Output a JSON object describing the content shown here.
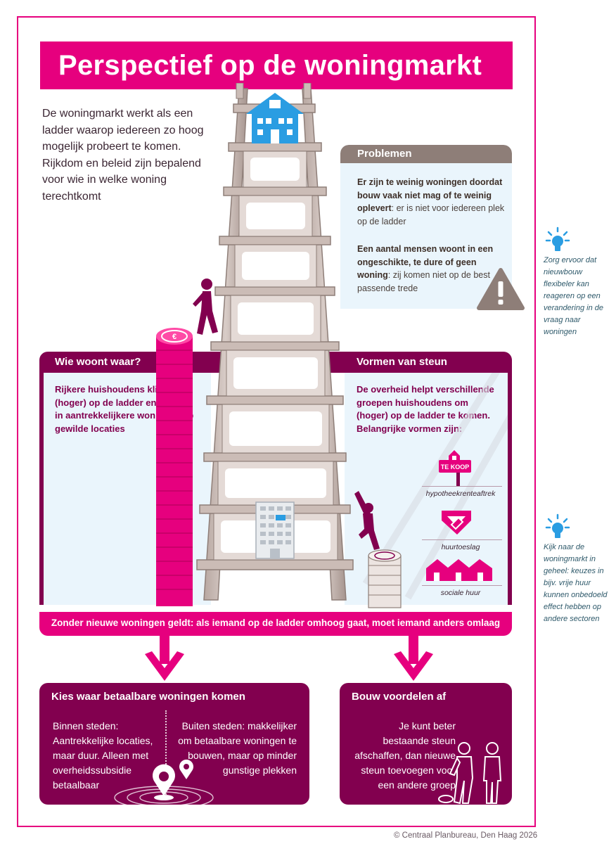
{
  "title": "Perspectief op de woningmarkt",
  "intro": "De woningmarkt werkt als een ladder waarop iedereen zo hoog mogelijk probeert te komen. Rijkdom en beleid zijn bepalend voor wie in welke woning terechtkomt",
  "problemen": {
    "header": "Problemen",
    "p1_bold": "Er zijn te weinig woningen doordat bouw vaak niet mag of te weinig oplevert",
    "p1_rest": ": er is niet voor iedereen plek op de ladder",
    "p2_bold": "Een aantal mensen woont in een ongeschikte, te dure of geen woning",
    "p2_rest": ": zij komen niet op de best passende trede"
  },
  "tips": {
    "tip1": "Zorg ervoor dat nieuwbouw flexibeler kan reageren op een verandering in de vraag naar woningen",
    "tip2": "Kijk naar de woningmarkt in geheel: keuzes in bijv. vrije huur kunnen onbedoeld effect hebben op andere sectoren"
  },
  "wie": {
    "header": "Wie woont waar?",
    "text": "Rijkere huishoudens klimmen (hoger) op de ladder en wonen in aantrekkelijkere woningen op gewilde locaties"
  },
  "steun": {
    "header": "Vormen van steun",
    "text": "De overheid helpt verschillende groepen huishoudens om (hoger) op de ladder te komen. Belangrijke vormen zijn:",
    "sign": "TE KOOP",
    "items": [
      "hypotheekrenteaftrek",
      "huurtoeslag",
      "sociale huur"
    ]
  },
  "bottom_bar": "Zonder nieuwe woningen geldt: als iemand op de ladder omhoog gaat, moet iemand anders omlaag",
  "kies": {
    "title": "Kies waar betaalbare woningen komen",
    "left": "Binnen steden: Aantrekkelijke locaties, maar duur. Alleen met overheidssubsidie betaalbaar",
    "right": "Buiten steden: makkelijker om betaalbare woningen te bouwen, maar op minder gunstige plekken"
  },
  "bouw": {
    "title": "Bouw voordelen af",
    "text": "Je kunt beter bestaande steun afschaffen, dan nieuwe steun toevoegen voor een andere groep"
  },
  "copyright": "© Centraal Planbureau, Den Haag 2026",
  "colors": {
    "magenta": "#e6007e",
    "purple": "#82004f",
    "light_blue": "#eaf5fc",
    "taupe": "#8e7e78",
    "ladder": "#cbbcb6",
    "house_blue": "#2a9de2"
  }
}
